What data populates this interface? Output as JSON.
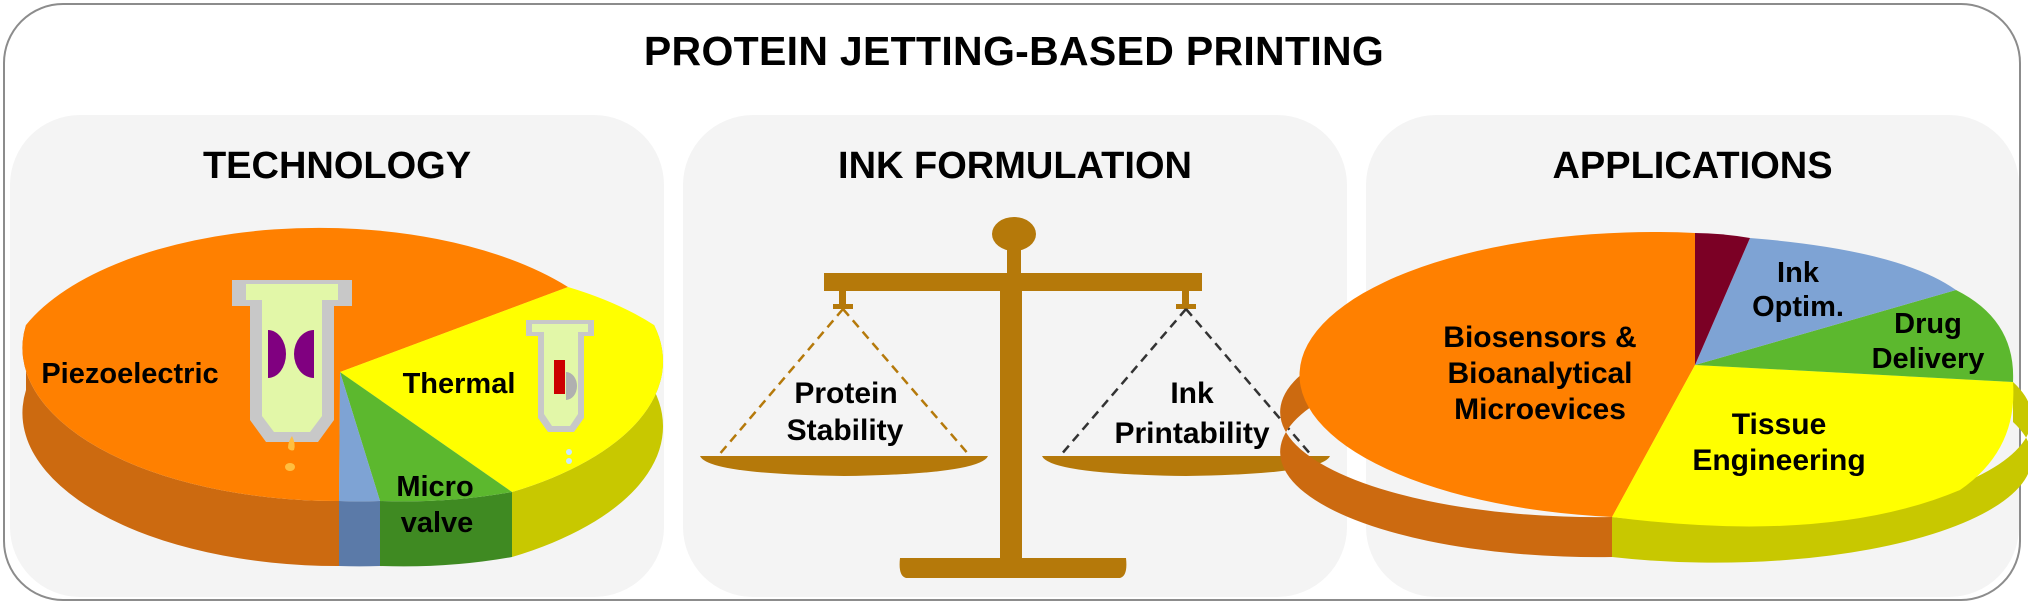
{
  "title": "PROTEIN JETTING-BASED PRINTING",
  "panels": {
    "technology": {
      "title": "TECHNOLOGY",
      "slices": [
        {
          "label": "Piezoelectric",
          "color": "#ff8000"
        },
        {
          "label": "Thermal",
          "color": "#ffff00"
        },
        {
          "label_lines": [
            "Micro",
            "valve"
          ],
          "color": "#5cb82e"
        },
        {
          "label": "",
          "color": "#7ea3d4"
        }
      ]
    },
    "ink_formulation": {
      "title": "INK FORMULATION",
      "left_pan": [
        "Protein",
        "Stability"
      ],
      "right_pan": [
        "Ink",
        "Printability"
      ],
      "scale_color": "#b5790a"
    },
    "applications": {
      "title": "APPLICATIONS",
      "slices": [
        {
          "label_lines": [
            "Biosensors &",
            "Bioanalytical",
            "Microevices"
          ],
          "color": "#ff8000"
        },
        {
          "label_lines": [
            "Tissue",
            "Engineering"
          ],
          "color": "#ffff00"
        },
        {
          "label_lines": [
            "Drug",
            "Delivery"
          ],
          "color": "#5cb82e"
        },
        {
          "label_lines": [
            "Ink",
            "Optim."
          ],
          "color": "#7ea3d4"
        },
        {
          "label": "",
          "color": "#7b0025"
        }
      ]
    }
  }
}
